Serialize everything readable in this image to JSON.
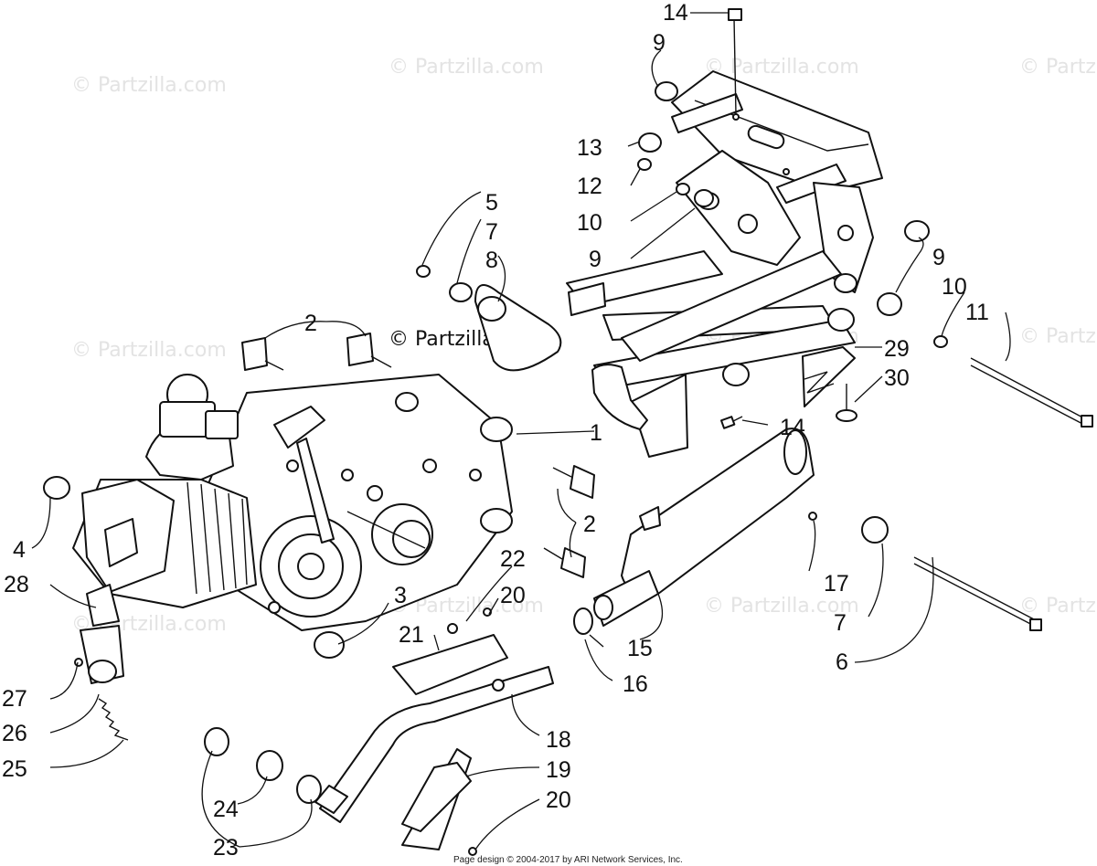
{
  "watermark": "© Partzilla.com",
  "brand_mark": "© Partzilla.com",
  "footer": "Page design © 2004-2017 by ARI Network Services, Inc.",
  "callouts": {
    "c14a": "14",
    "c9a": "9",
    "c13": "13",
    "c12": "12",
    "c10a": "10",
    "c9b": "9",
    "c5": "5",
    "c7a": "7",
    "c8": "8",
    "c9c": "9",
    "c10b": "10",
    "c11": "11",
    "c2a": "2",
    "c29": "29",
    "c30": "30",
    "c1": "1",
    "c14b": "14",
    "c2b": "2",
    "c4": "4",
    "c22": "22",
    "c20a": "20",
    "c17": "17",
    "c28": "28",
    "c3": "3",
    "c21": "21",
    "c7b": "7",
    "c15": "15",
    "c6": "6",
    "c27": "27",
    "c16": "16",
    "c26": "26",
    "c18": "18",
    "c25": "25",
    "c19": "19",
    "c24": "24",
    "c20b": "20",
    "c23": "23"
  }
}
